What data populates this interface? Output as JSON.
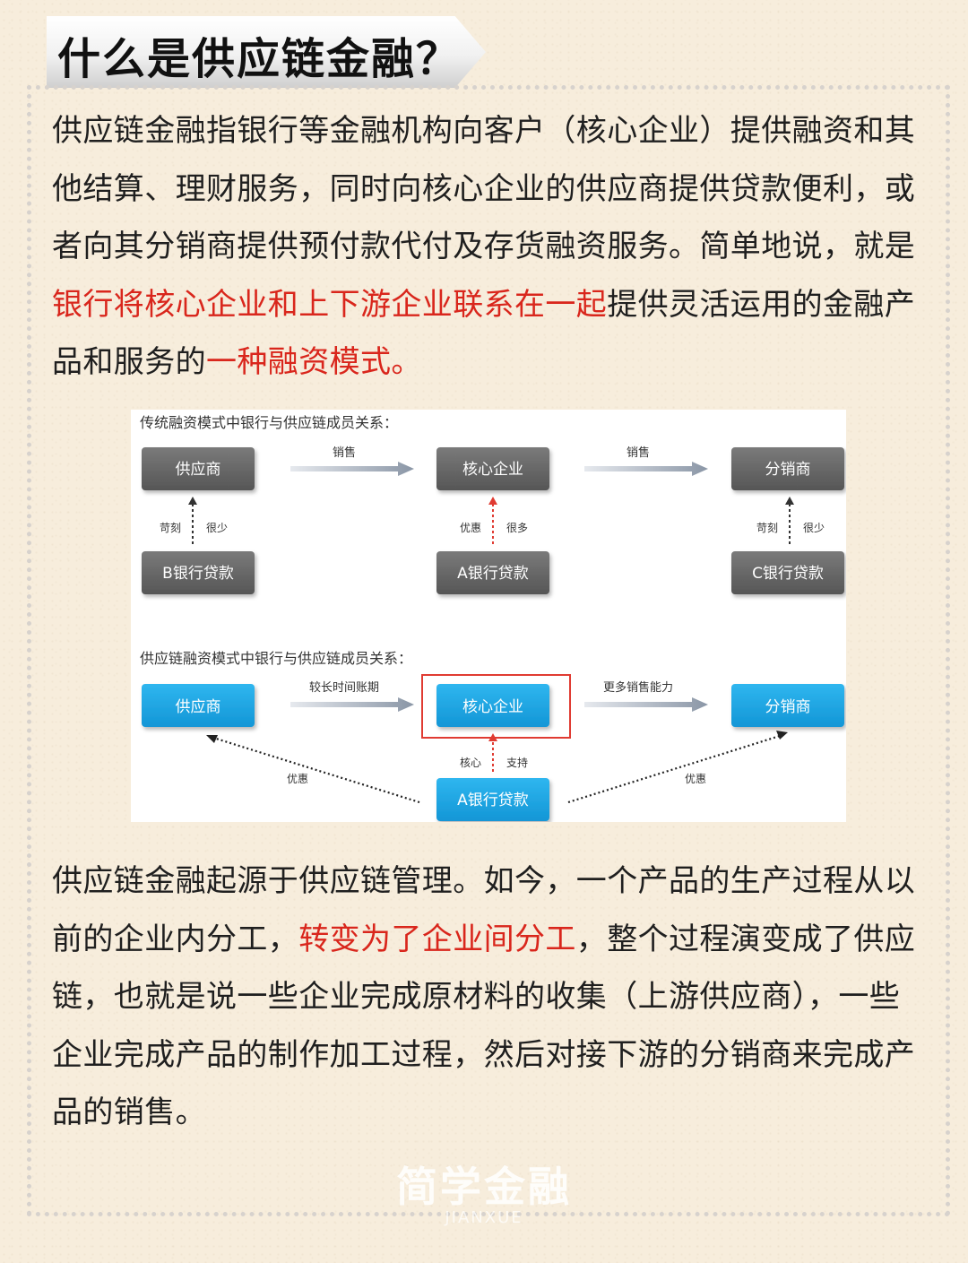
{
  "title": "什么是供应链金融？",
  "paragraph1": {
    "seg1": "供应链金融指银行等金融机构向客户（核心企业）提供融资和其他结算、理财服务，同时向核心企业的供应商提供贷款便利，或者向其分销商提供预付款代付及存货融资服务。简单地说，就是",
    "seg2_red": "银行将核心企业和上下游企业联系在一起",
    "seg3": "提供灵活运用的金融产品和服务的",
    "seg4_red": "一种融资模式。"
  },
  "diagram": {
    "traditional": {
      "heading": "传统融资模式中银行与供应链成员关系：",
      "boxes": [
        "供应商",
        "核心企业",
        "分销商"
      ],
      "banks": [
        "B银行贷款",
        "A银行贷款",
        "C银行贷款"
      ],
      "arrow_labels": [
        "销售",
        "销售"
      ],
      "link_labels": [
        {
          "left": "苛刻",
          "right": "很少"
        },
        {
          "left": "优惠",
          "right": "很多"
        },
        {
          "left": "苛刻",
          "right": "很少"
        }
      ]
    },
    "supply_chain": {
      "heading": "供应链融资模式中银行与供应链成员关系：",
      "boxes": [
        "供应商",
        "核心企业",
        "分销商"
      ],
      "bank": "A银行贷款",
      "arrow_labels": [
        "较长时间账期",
        "更多销售能力"
      ],
      "link_labels": {
        "left": "核心",
        "right": "支持"
      },
      "diagonal_labels": [
        "优惠",
        "优惠"
      ]
    }
  },
  "paragraph2": {
    "seg1": "供应链金融起源于供应链管理。如今，一个产品的生产过程从以前的企业内分工，",
    "seg2_red": "转变为了企业间分工",
    "seg3": "，整个过程演变成了供应链，也就是说一些企业完成原材料的收集（上游供应商），一些企业完成产品的制作加工过程，然后对接下游的分销商来完成产品的销售。"
  },
  "watermark": {
    "main": "简学金融",
    "sub": "JIANXUE"
  },
  "colors": {
    "red_text": "#d9261c",
    "gray_box": "#6b6b6b",
    "blue_box": "#1aa7e6",
    "highlight_frame": "#e03b32"
  }
}
